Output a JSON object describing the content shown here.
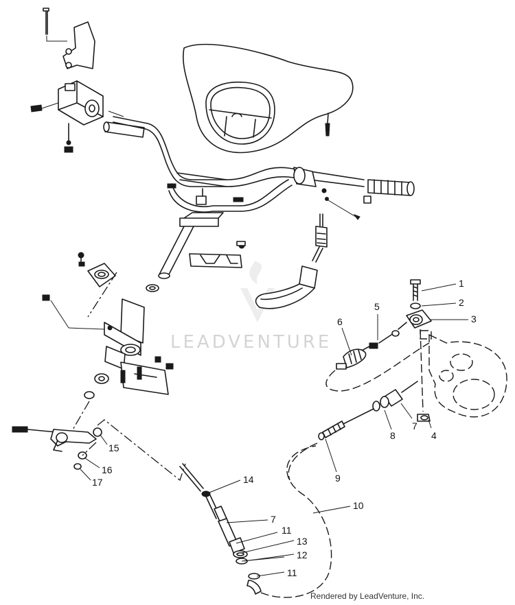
{
  "watermark": "LEADVENTURE",
  "credit": "Rendered by LeadVenture, Inc.",
  "callouts": [
    "1",
    "2",
    "3",
    "4",
    "5",
    "6",
    "7",
    "7",
    "8",
    "9",
    "10",
    "11",
    "11",
    "12",
    "13",
    "14",
    "15",
    "16",
    "17"
  ],
  "colors": {
    "ink": "#1a1a1a",
    "watermark": "#d4d4d4",
    "background": "#ffffff"
  }
}
